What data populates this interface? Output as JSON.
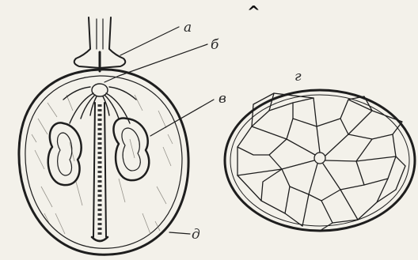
{
  "figure": {
    "top_mark": "^",
    "labels": {
      "a": "а",
      "b": "б",
      "v": "в",
      "g": "г",
      "d": "д"
    },
    "colors": {
      "paper": "#f3f1ea",
      "ink": "#1e1e1e",
      "shade": "#6f6c64"
    }
  }
}
